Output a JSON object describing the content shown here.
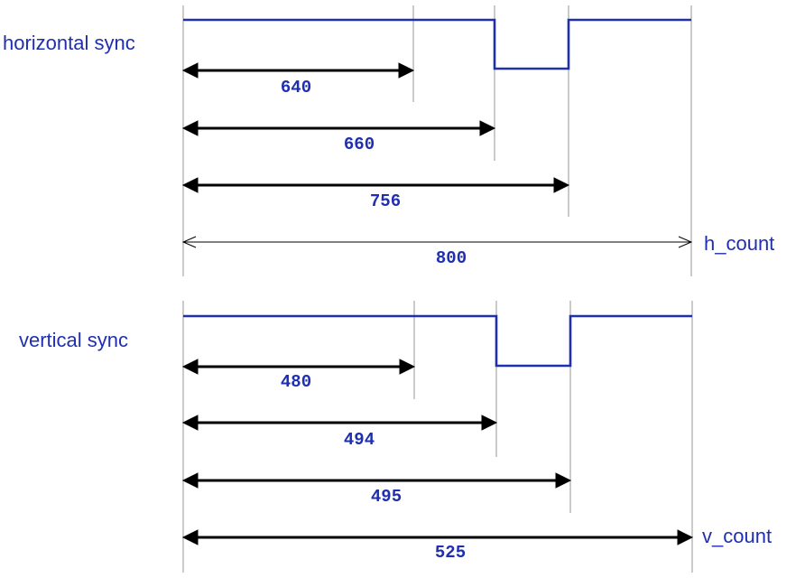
{
  "horizontal": {
    "signal_label": "horizontal sync",
    "counter_label": "h_count",
    "values": [
      "640",
      "660",
      "756",
      "800"
    ]
  },
  "vertical": {
    "signal_label": "vertical sync",
    "counter_label": "v_count",
    "values": [
      "480",
      "494",
      "495",
      "525"
    ]
  }
}
